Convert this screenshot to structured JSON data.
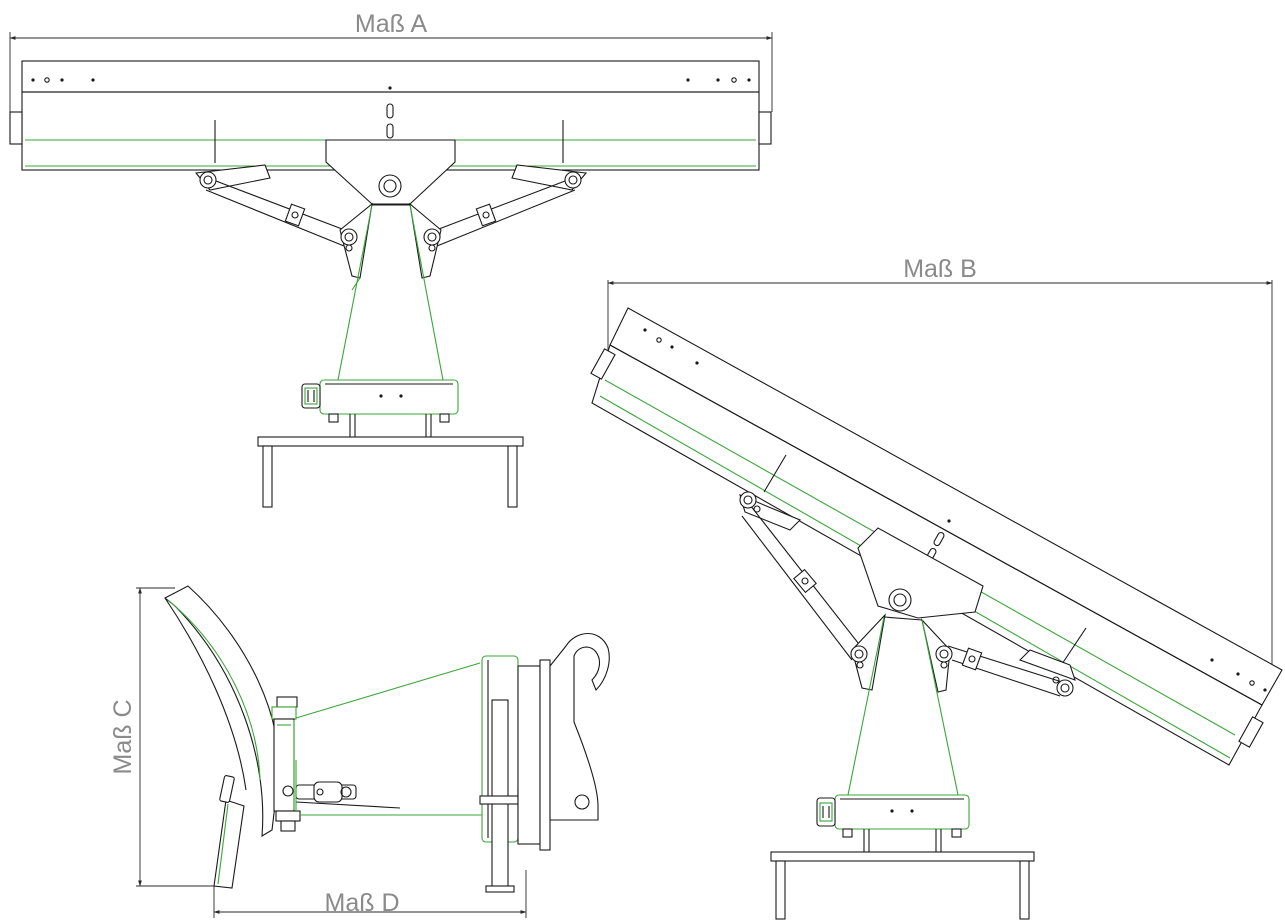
{
  "dimensions": {
    "a": "Maß A",
    "b": "Maß B",
    "c": "Maß C",
    "d": "Maß D"
  },
  "colors": {
    "outline": "#1a1a1a",
    "accent": "#3aa63a",
    "dimension_text": "#8a8a8a",
    "background": "#ffffff"
  }
}
